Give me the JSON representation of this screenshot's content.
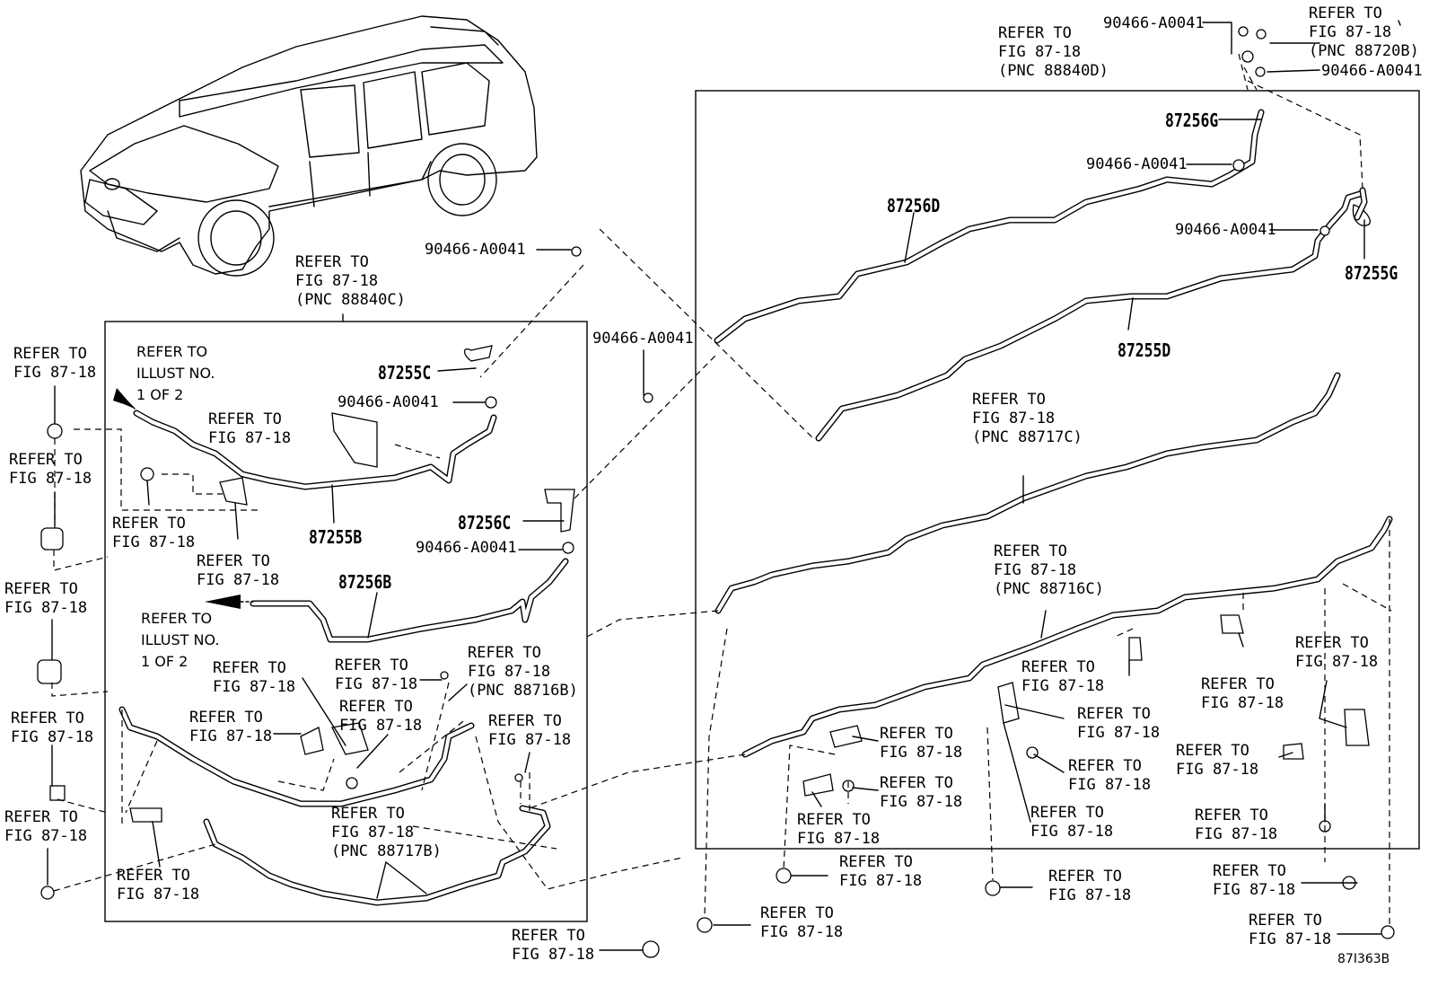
{
  "parts": {
    "p87256D": "87256D",
    "p87255D": "87255D",
    "p87256G": "87256G",
    "p87255G": "87255G",
    "p87255C": "87255C",
    "p87255B": "87255B",
    "p87256C": "87256C",
    "p87256B": "87256B"
  },
  "clamp": "90466-A0041",
  "refer": "REFER TO",
  "fig": "FIG 87-18",
  "pnc": {
    "a": "(PNC 88840D)",
    "b": "(PNC 88720B)",
    "c": "(PNC 88840C)",
    "d": "(PNC 88717C)",
    "e": "(PNC 88716C)",
    "f": "(PNC 88716B)",
    "g": "(PNC 88717B)"
  },
  "illust": {
    "line1": "REFER TO",
    "line2": "ILLUST NO.",
    "line3": "1 OF 2"
  },
  "diagram_code": "87I363B"
}
